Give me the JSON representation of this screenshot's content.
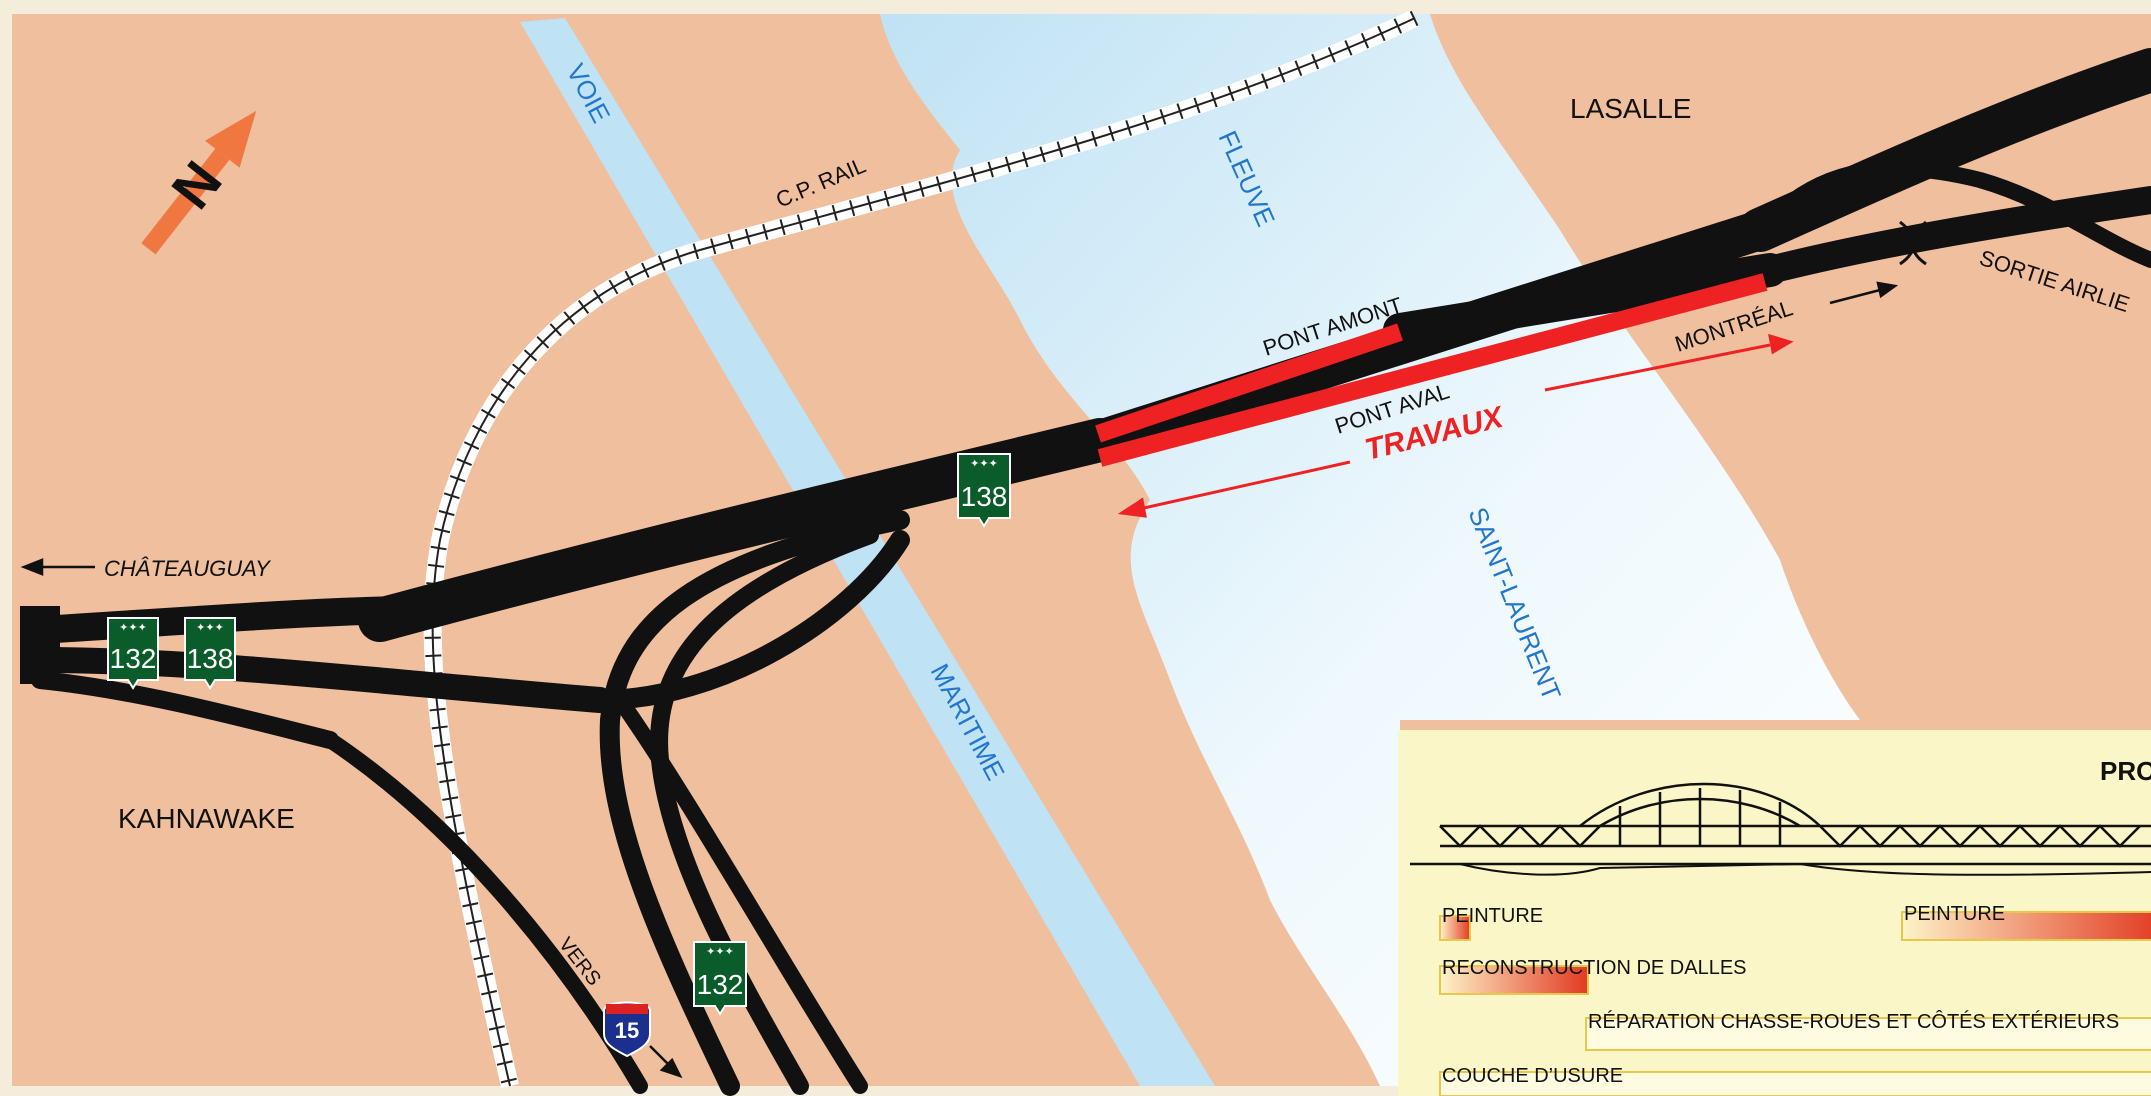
{
  "labels": {
    "lasalle": "LASALLE",
    "kahnawake": "KAHNAWAKE",
    "chateauguay": "CHÂTEAUGUAY",
    "cp_rail": "C.P. RAIL",
    "voie": "VOIE",
    "maritime": "MARITIME",
    "fleuve": "FLEUVE",
    "saint_laurent": "SAINT-LAURENT",
    "pont_amont": "PONT AMONT",
    "pont_aval": "PONT AVAL",
    "travaux": "TRAVAUX",
    "montreal": "MONTRÉAL",
    "sortie": "SORTIE AIRLIE",
    "vers": "VERS",
    "north": "N"
  },
  "shields": {
    "r132_west": "132",
    "r138_west": "138",
    "r138_bridge": "138",
    "r132_south": "132",
    "i15": "15"
  },
  "legend": {
    "title": "PRO",
    "items": [
      "PEINTURE",
      "PEINTURE",
      "RECONSTRUCTION DE DALLES",
      "RÉPARATION CHASSE-ROUES ET CÔTÉS EXTÉRIEURS",
      "COUCHE D’USURE"
    ]
  },
  "colors": {
    "land": "#efbf9e",
    "water": "#bfe2f4",
    "water_light": "#eef8fd",
    "road": "#111111",
    "works": "#ee2222",
    "shield": "#0a5d2a",
    "water_label": "#2277cc",
    "legend_bg": "#fbf6c8",
    "arrow_north": "#f07840"
  }
}
